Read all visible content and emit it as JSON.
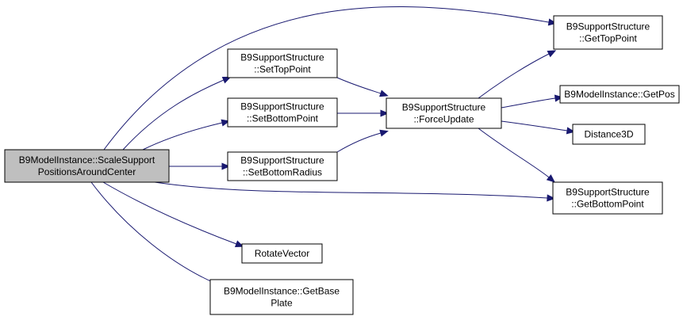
{
  "graph": {
    "edge_color": "#191970",
    "root_fill": "#bfbfbf",
    "nodes": [
      {
        "id": "scale",
        "lines": [
          "B9ModelInstance::ScaleSupport",
          "PositionsAroundCenter"
        ],
        "root": true
      },
      {
        "id": "settop",
        "lines": [
          "B9SupportStructure",
          "::SetTopPoint"
        ]
      },
      {
        "id": "setbottom",
        "lines": [
          "B9SupportStructure",
          "::SetBottomPoint"
        ]
      },
      {
        "id": "setradius",
        "lines": [
          "B9SupportStructure",
          "::SetBottomRadius"
        ]
      },
      {
        "id": "rotate",
        "lines": [
          "RotateVector"
        ]
      },
      {
        "id": "baseplate",
        "lines": [
          "B9ModelInstance::GetBase",
          "Plate"
        ]
      },
      {
        "id": "force",
        "lines": [
          "B9SupportStructure",
          "::ForceUpdate"
        ]
      },
      {
        "id": "gettop",
        "lines": [
          "B9SupportStructure",
          "::GetTopPoint"
        ]
      },
      {
        "id": "getpos",
        "lines": [
          "B9ModelInstance::GetPos"
        ]
      },
      {
        "id": "dist",
        "lines": [
          "Distance3D"
        ]
      },
      {
        "id": "getbottom",
        "lines": [
          "B9SupportStructure",
          "::GetBottomPoint"
        ]
      }
    ],
    "edges": [
      {
        "from": "scale",
        "to": "gettop"
      },
      {
        "from": "scale",
        "to": "settop"
      },
      {
        "from": "scale",
        "to": "setbottom"
      },
      {
        "from": "scale",
        "to": "setradius"
      },
      {
        "from": "scale",
        "to": "getbottom"
      },
      {
        "from": "scale",
        "to": "rotate"
      },
      {
        "from": "scale",
        "to": "baseplate"
      },
      {
        "from": "settop",
        "to": "force"
      },
      {
        "from": "setbottom",
        "to": "force"
      },
      {
        "from": "setradius",
        "to": "force"
      },
      {
        "from": "force",
        "to": "gettop"
      },
      {
        "from": "force",
        "to": "getpos"
      },
      {
        "from": "force",
        "to": "dist"
      },
      {
        "from": "force",
        "to": "getbottom"
      }
    ]
  }
}
